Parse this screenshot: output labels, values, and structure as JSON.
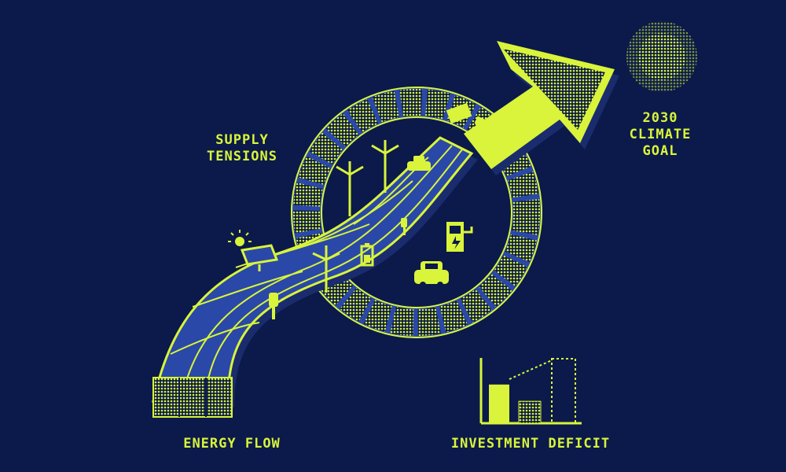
{
  "labels": {
    "supply_tensions": "SUPPLY\nTENSIONS",
    "climate_goal": "2030\nCLIMATE\nGOAL",
    "energy_flow": "ENERGY FLOW",
    "investment_deficit": "INVESTMENT DEFICIT"
  },
  "colors": {
    "background": "#0b1a4a",
    "accent": "#d9f43a",
    "road_blue": "#2a48a8"
  },
  "icons": [
    "sun-icon",
    "solar-panel-icon",
    "wind-turbine-icon",
    "car-icon",
    "ev-charger-icon",
    "plug-icon",
    "battery-icon",
    "arrow-icon",
    "bar-chart-icon"
  ],
  "investment_chart": {
    "bars": [
      {
        "level": 0.6,
        "style": "solid"
      },
      {
        "level": 0.34,
        "style": "dotted-fill"
      },
      {
        "level": 1.0,
        "style": "dashed-outline"
      }
    ]
  }
}
